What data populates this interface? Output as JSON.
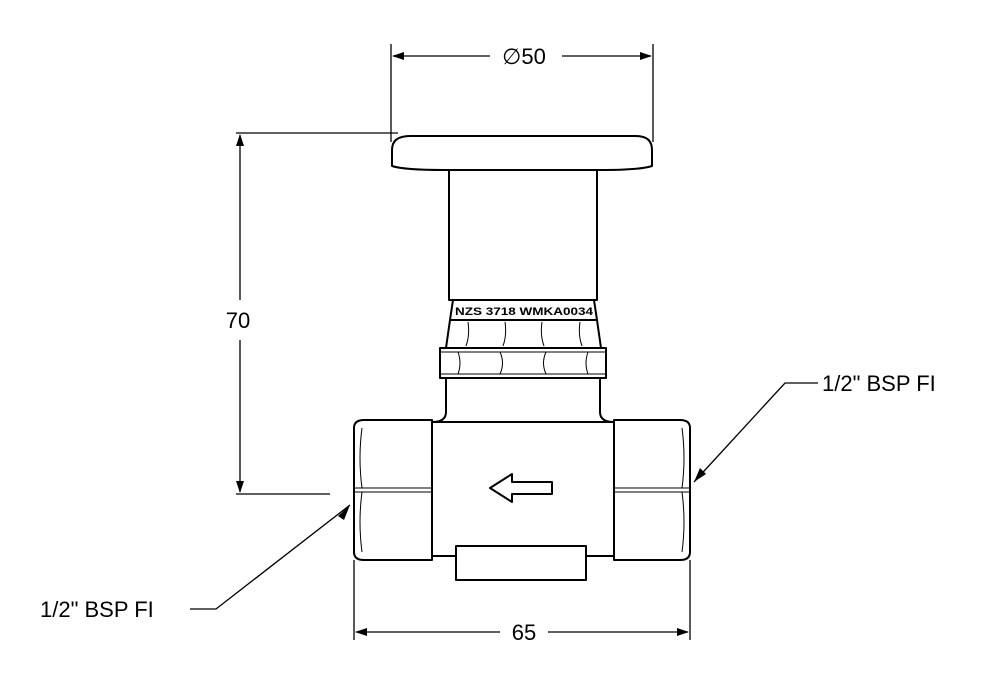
{
  "dimensions": {
    "top_diameter": "∅50",
    "height": "70",
    "width": "65"
  },
  "callouts": {
    "right_port": "1/2\" BSP FI",
    "left_port": "1/2\" BSP FI"
  },
  "stamp": "NZS 3718 WMKA0034"
}
